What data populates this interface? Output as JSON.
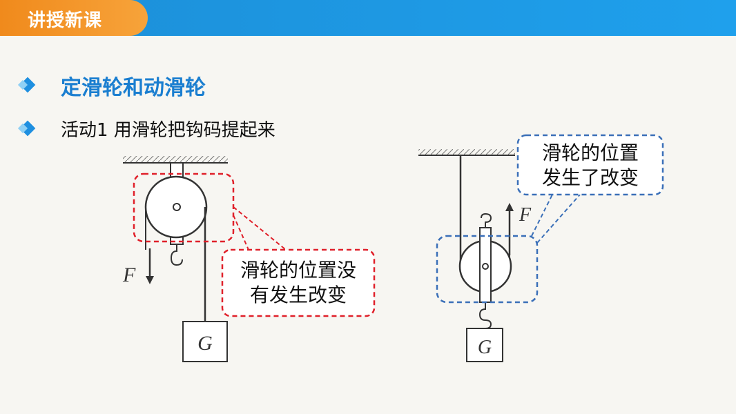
{
  "header": {
    "title": "讲授新课"
  },
  "bullets": [
    {
      "text": "定滑轮和动滑轮"
    },
    {
      "text": "活动1 用滑轮把钩码提起来"
    }
  ],
  "left_diagram": {
    "force_label": "F",
    "weight_label": "G",
    "callout_line1": "滑轮的位置没",
    "callout_line2": "有发生改变",
    "callout_color": "#e0202a"
  },
  "right_diagram": {
    "force_label": "F",
    "weight_label": "G",
    "callout_line1": "滑轮的位置",
    "callout_line2": "发生了改变",
    "callout_color": "#3a6fb8"
  },
  "colors": {
    "header_blue": "#1c8fd8",
    "header_orange": "#f08a1c",
    "heading_blue": "#1a7ed0"
  }
}
